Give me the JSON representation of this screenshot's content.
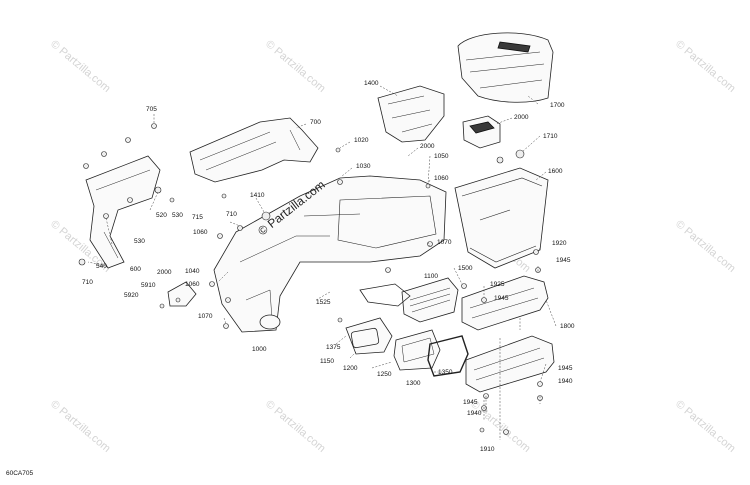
{
  "diagram_code": "60CA705",
  "watermark_text": "© Partzilla.com",
  "center_watermark_text": "© Partzilla.com",
  "labels": {
    "l705": "705",
    "l700": "700",
    "l1400": "1400",
    "l1700": "1700",
    "l2000a": "2000",
    "l1710": "1710",
    "l1020": "1020",
    "l2000b": "2000",
    "l1050": "1050",
    "l1030": "1030",
    "l1060a": "1060",
    "l1600": "1600",
    "l1410": "1410",
    "l520": "520",
    "l530a": "530",
    "l715": "715",
    "l710a": "710",
    "l1060b": "1060",
    "l530b": "530",
    "l1070a": "1070",
    "l1920": "1920",
    "l540": "540",
    "l600": "600",
    "l1945a": "1945",
    "l2000c": "2000",
    "l1040": "1040",
    "l1100": "1100",
    "l1500": "1500",
    "l710b": "710",
    "l5910": "5910",
    "l1060c": "1060",
    "l1925": "1925",
    "l5920": "5920",
    "l1525": "1525",
    "l1945b": "1945",
    "l1070b": "1070",
    "l1800": "1800",
    "l1375": "1375",
    "l1000": "1000",
    "l1150": "1150",
    "l1200": "1200",
    "l1250": "1250",
    "l1350": "1350",
    "l1945c": "1945",
    "l1300": "1300",
    "l1940a": "1940",
    "l1945d": "1945",
    "l1940b": "1940",
    "l1910": "1910"
  }
}
